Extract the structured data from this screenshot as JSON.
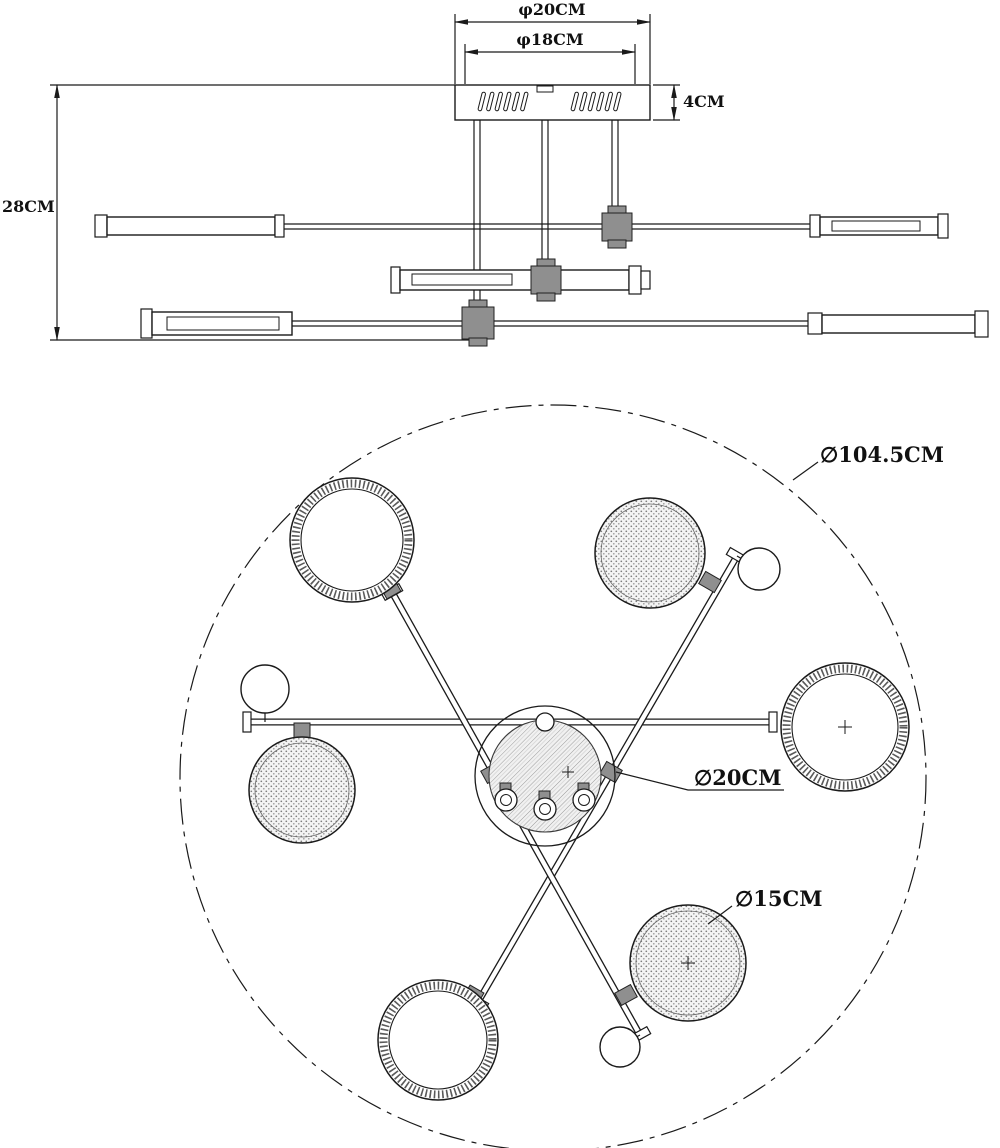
{
  "page": {
    "background": "#ffffff",
    "line_color": "#1a1a1a",
    "block_fill": "#8f8f8f"
  },
  "side_view": {
    "labels": {
      "outer_diameter": "φ20CM",
      "inner_diameter": "φ18CM",
      "canopy_height": "4CM",
      "drop_height": "28CM"
    }
  },
  "plan_view": {
    "labels": {
      "overall_diameter": "∅104.5CM",
      "canopy_diameter": "∅20CM",
      "shade_diameter": "∅15CM"
    }
  }
}
